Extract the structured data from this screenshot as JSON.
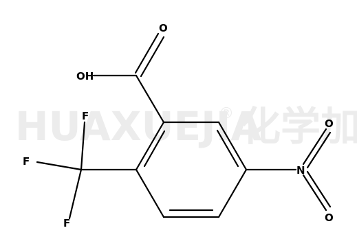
{
  "watermark": {
    "text": "HUAXUEJIA",
    "registered": "®",
    "chinese": "化学加"
  },
  "atoms": {
    "hydroxyl": "OH",
    "carbonyl_oxygen": "O",
    "fluorine_top": "F",
    "fluorine_left": "F",
    "fluorine_bottom": "F",
    "nitrogen": "N",
    "nitro_oxygen_top": "O",
    "nitro_oxygen_bottom": "O"
  },
  "colors": {
    "bond": "#000000",
    "label": "#000000",
    "watermark": "#ececec"
  }
}
